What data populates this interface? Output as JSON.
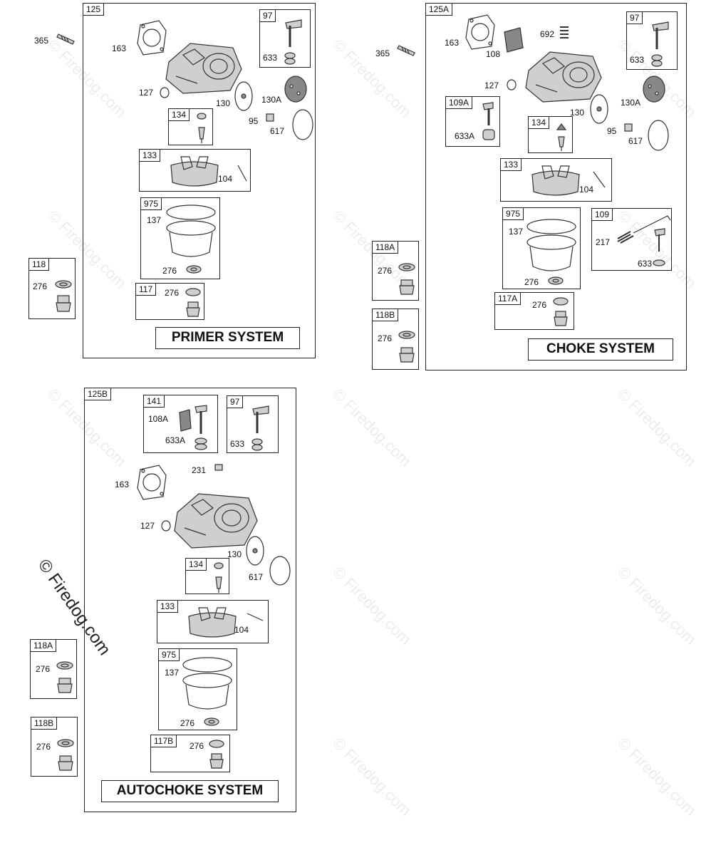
{
  "watermark": "© Firedog.com",
  "primer": {
    "panel_ref": "125",
    "system_title": "PRIMER SYSTEM",
    "outside": {
      "screw": "365",
      "plug_box": "118",
      "plug_washer": "276"
    },
    "gasket": "163",
    "plug": "127",
    "diaphragm": "130",
    "diaphragm_b": "130A",
    "pin": "95",
    "ring": "617",
    "shaft_box": "97",
    "shaft_part": "633",
    "needle_box": "134",
    "float_box": "133",
    "float_pin": "104",
    "bowl_box": "975",
    "bowl_gasket": "137",
    "bowl_washer": "276",
    "drain_box": "117",
    "drain_washer": "276"
  },
  "choke": {
    "panel_ref": "125A",
    "system_title": "CHOKE SYSTEM",
    "outside": {
      "screw": "365",
      "plug_a_box": "118A",
      "plug_a_washer": "276",
      "plug_b_box": "118B",
      "plug_b_washer": "276"
    },
    "gasket": "163",
    "plate": "108",
    "spring": "692",
    "plug": "127",
    "diaphragm": "130",
    "diaphragm_b": "130A",
    "pin": "95",
    "ring": "617",
    "shaft_box": "97",
    "shaft_part": "633",
    "choke_box": "109A",
    "choke_part": "633A",
    "needle_box": "134",
    "float_box": "133",
    "float_pin": "104",
    "bowl_box": "975",
    "bowl_gasket": "137",
    "bowl_washer": "276",
    "lever_box": "109",
    "lever_spring": "217",
    "lever_part": "633",
    "drain_box": "117A",
    "drain_washer": "276"
  },
  "autochoke": {
    "panel_ref": "125B",
    "system_title": "AUTOCHOKE SYSTEM",
    "outside": {
      "plug_a_box": "118A",
      "plug_a_washer": "276",
      "plug_b_box": "118B",
      "plug_b_washer": "276"
    },
    "choke_box": "141",
    "choke_plate": "108A",
    "choke_part": "633A",
    "shaft_box": "97",
    "shaft_part": "633",
    "screw": "231",
    "gasket": "163",
    "plug": "127",
    "diaphragm": "130",
    "ring": "617",
    "needle_box": "134",
    "float_box": "133",
    "float_pin": "104",
    "bowl_box": "975",
    "bowl_gasket": "137",
    "bowl_washer": "276",
    "drain_box": "117B",
    "drain_washer": "276"
  }
}
